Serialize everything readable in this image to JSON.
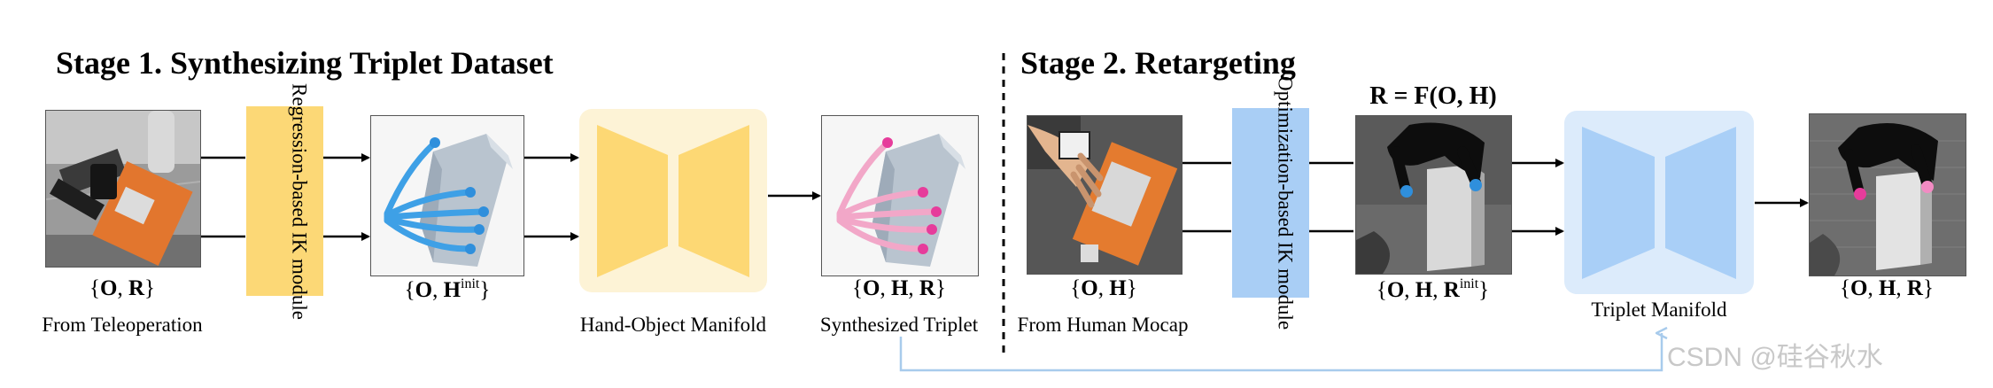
{
  "stage1": {
    "title": "Stage 1. Synthesizing Triplet Dataset",
    "module_label": "Regression-based IK module",
    "caption_teleop": "From Teleoperation",
    "caption_manifold": "Hand-Object Manifold",
    "caption_synth": "Synthesized Triplet"
  },
  "stage2": {
    "title": "Stage 2. Retargeting",
    "formula": "R = F(O, H)",
    "module_label": "Optimization-based IK module",
    "caption_mocap": "From Human Mocap",
    "caption_manifold": "Triplet Manifold"
  },
  "watermark": "CSDN @硅谷秋水",
  "colors": {
    "regression_module": "#fcd876",
    "hand_object_manifold_bg": "#fdf3d6",
    "hand_object_manifold_fg": "#fdd874",
    "optimization_module": "#a9cef5",
    "triplet_manifold_bg": "#dcebfb",
    "triplet_manifold_fg": "#a9cff7",
    "feedback_arrow": "#a8cbec"
  }
}
